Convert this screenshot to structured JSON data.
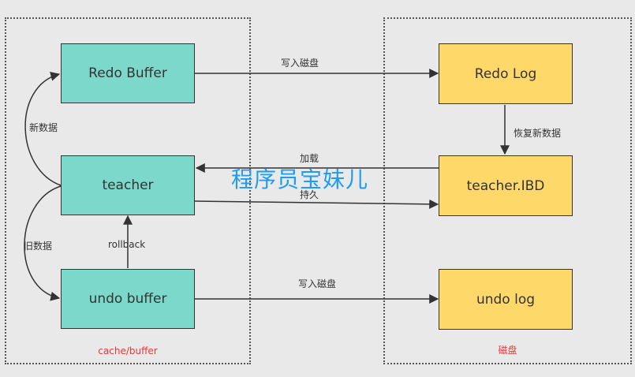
{
  "regions": {
    "memory_label": "cache/buffer",
    "disk_label": "磁盘"
  },
  "nodes": {
    "redo_buffer": "Redo Buffer",
    "teacher": "teacher",
    "undo_buffer": "undo buffer",
    "redo_log": "Redo Log",
    "teacher_ibd": "teacher.IBD",
    "undo_log": "undo log"
  },
  "edges": {
    "redo_write": "写入磁盘",
    "recover": "恢复新数据",
    "load": "加载",
    "persist": "持久",
    "undo_write": "写入磁盘",
    "new_data": "新数据",
    "old_data": "旧数据",
    "rollback": "rollback"
  },
  "watermark": "程序员宝妹儿",
  "colors": {
    "memory_node": "#7dd8cc",
    "disk_node": "#fed96a",
    "region_label": "#e53935",
    "watermark": "#1f9bef"
  }
}
